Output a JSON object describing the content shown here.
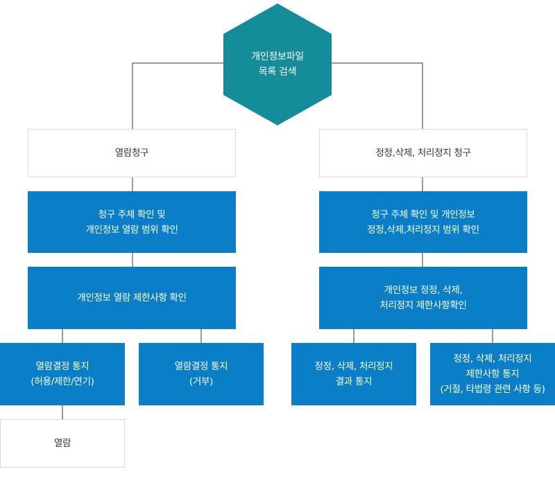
{
  "root": {
    "label": "개인정보파일\n목록 검색"
  },
  "left": {
    "request": "열람청구",
    "verify": "청구 주체 확인 및\n개인정보 열람 범위 확인",
    "restriction": "개인정보 열람 제한사항 확인",
    "notice_allow": "열람결정 통지\n(허용/제한/연기)",
    "notice_deny": "열람결정 통지\n(거부)",
    "view": "열람"
  },
  "right": {
    "request": "정정,삭제, 처리정지 청구",
    "verify": "청구 주체 확인 및 개인정보\n정정,삭제,처리정지 범위 확인",
    "restriction": "개인정보 정정, 삭제,\n처리정지 제한사항확인",
    "result_notice": "정정, 삭제, 처리정지\n결과 통지",
    "restriction_notice": "정정, 삭제, 처리정지\n제한사항 통지\n(거절, 타법령 관련 사항 등)"
  },
  "colors": {
    "hex": "#148c99",
    "blue": "#0a7fc8",
    "line": "#333333",
    "border": "#d9d9d9"
  }
}
